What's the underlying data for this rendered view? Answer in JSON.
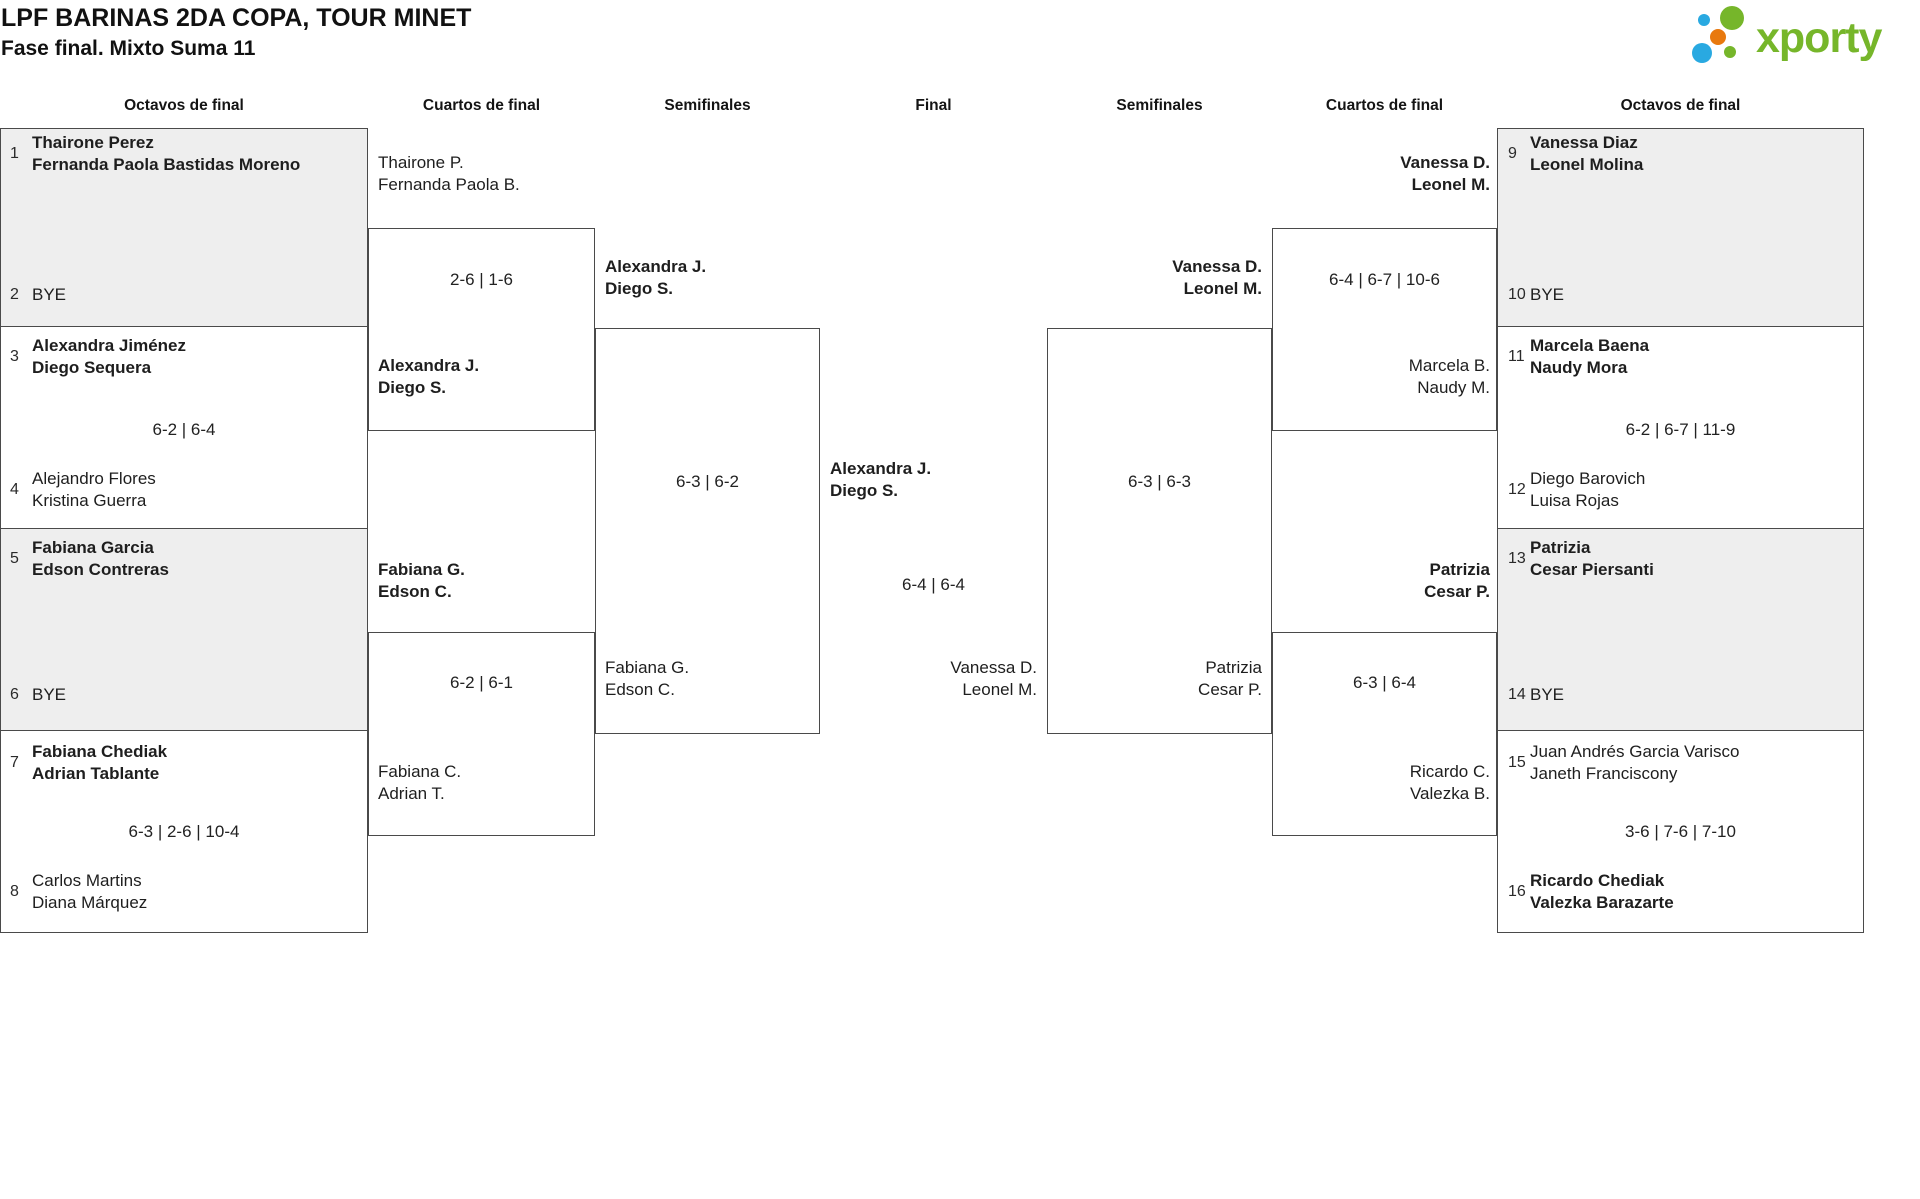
{
  "title": "LPF BARINAS 2DA COPA, TOUR MINET",
  "subtitle": "Fase final. Mixto Suma 11",
  "logo": {
    "text": "xporty"
  },
  "round_headers": {
    "of_left": "Octavos de final",
    "qf_left": "Cuartos de final",
    "sf_left": "Semifinales",
    "final": "Final",
    "sf_right": "Semifinales",
    "qf_right": "Cuartos de final",
    "of_right": "Octavos de final"
  },
  "r16_left": {
    "m1": {
      "seed_a": "1",
      "team_a1": "Thairone Perez",
      "team_a2": "Fernanda Paola Bastidas Moreno",
      "winner_a": true,
      "seed_b": "2",
      "bye_b": "BYE"
    },
    "m2": {
      "seed_a": "3",
      "team_a1": "Alexandra Jiménez",
      "team_a2": "Diego Sequera",
      "winner_a": true,
      "score": "6-2 | 6-4",
      "seed_b": "4",
      "team_b1": "Alejandro Flores",
      "team_b2": "Kristina Guerra"
    },
    "m3": {
      "seed_a": "5",
      "team_a1": "Fabiana Garcia",
      "team_a2": "Edson Contreras",
      "winner_a": true,
      "seed_b": "6",
      "bye_b": "BYE"
    },
    "m4": {
      "seed_a": "7",
      "team_a1": "Fabiana Chediak",
      "team_a2": "Adrian Tablante",
      "winner_a": true,
      "score": "6-3 | 2-6 | 10-4",
      "seed_b": "8",
      "team_b1": "Carlos Martins",
      "team_b2": "Diana Márquez"
    }
  },
  "r16_right": {
    "m1": {
      "seed_a": "9",
      "team_a1": "Vanessa Diaz",
      "team_a2": "Leonel Molina",
      "winner_a": true,
      "seed_b": "10",
      "bye_b": "BYE"
    },
    "m2": {
      "seed_a": "11",
      "team_a1": "Marcela Baena",
      "team_a2": "Naudy Mora",
      "winner_a": true,
      "score": "6-2 | 6-7 | 11-9",
      "seed_b": "12",
      "team_b1": "Diego Barovich",
      "team_b2": "Luisa Rojas"
    },
    "m3": {
      "seed_a": "13",
      "team_a1": "Patrizia",
      "team_a2": "Cesar Piersanti",
      "winner_a": true,
      "seed_b": "14",
      "bye_b": "BYE"
    },
    "m4": {
      "seed_a": "15",
      "team_a1": "Juan Andrés Garcia Varisco",
      "team_a2": "Janeth Franciscony",
      "score": "3-6 | 7-6 | 7-10",
      "seed_b": "16",
      "team_b1": "Ricardo Chediak",
      "team_b2": "Valezka Barazarte",
      "winner_b": true
    }
  },
  "qf_left": {
    "m1": {
      "top1": "Thairone P.",
      "top2": "Fernanda Paola B.",
      "score": "2-6 | 1-6",
      "bottom1": "Alexandra J.",
      "bottom2": "Diego S.",
      "winner": "bottom"
    },
    "m2": {
      "top1": "Fabiana G.",
      "top2": "Edson C.",
      "winner": "top",
      "score": "6-2 | 6-1",
      "bottom1": "Fabiana C.",
      "bottom2": "Adrian T."
    }
  },
  "qf_right": {
    "m1": {
      "top1": "Vanessa D.",
      "top2": "Leonel M.",
      "winner": "top",
      "score": "6-4 | 6-7 | 10-6",
      "bottom1": "Marcela B.",
      "bottom2": "Naudy M."
    },
    "m2": {
      "top1": "Patrizia",
      "top2": "Cesar P.",
      "winner": "top",
      "score": "6-3 | 6-4",
      "bottom1": "Ricardo C.",
      "bottom2": "Valezka B."
    }
  },
  "sf_left": {
    "top1": "Alexandra J.",
    "top2": "Diego S.",
    "winner": "top",
    "score": "6-3 | 6-2",
    "bottom1": "Fabiana G.",
    "bottom2": "Edson C."
  },
  "sf_right": {
    "top1": "Vanessa D.",
    "top2": "Leonel M.",
    "winner": "top",
    "score": "6-3 | 6-3",
    "bottom1": "Patrizia",
    "bottom2": "Cesar P."
  },
  "final": {
    "left1": "Alexandra J.",
    "left2": "Diego S.",
    "winner": "left",
    "score": "6-4 | 6-4",
    "right1": "Vanessa D.",
    "right2": "Leonel M."
  },
  "colors": {
    "logo_green": "#76b62a",
    "logo_blue": "#29a9e1",
    "logo_orange": "#e8790e",
    "box_grey": "#eeeeee",
    "line": "#4a4a4a"
  }
}
